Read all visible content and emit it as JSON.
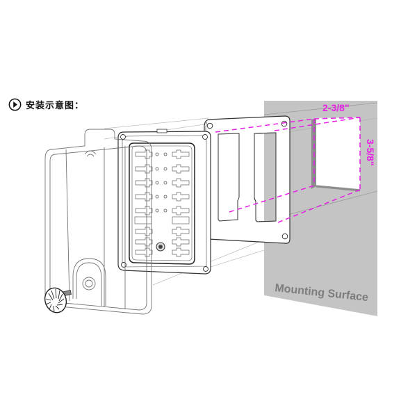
{
  "heading": {
    "icon": "play-arrow-circle-icon",
    "title": "安装示意图："
  },
  "diagram": {
    "dimensions": {
      "width_label": "2-3/8\"",
      "height_label": "3-5/8\""
    },
    "surface_label": "Mounting Surface",
    "components": [
      "fuse-box-cover",
      "fuse-block",
      "mounting-panel",
      "mounting-surface",
      "thumb-screw"
    ],
    "colors": {
      "dimension": "#e61ee6",
      "surface": "#c4c4c4",
      "surface_text": "#7d7d7d",
      "line": "#333333"
    }
  }
}
